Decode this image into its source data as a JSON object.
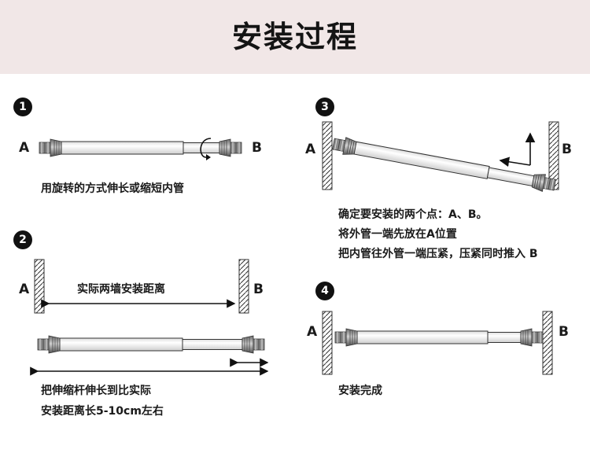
{
  "header": {
    "title": "安装过程"
  },
  "steps": [
    {
      "number": "1",
      "labels": [
        "A",
        "B"
      ],
      "caption": "用旋转的方式伸长或缩短内管"
    },
    {
      "number": "2",
      "labels": [
        "A",
        "B"
      ],
      "distance_label": "实际两墙安装距离",
      "caption_lines": [
        "把伸缩杆伸长到比实际",
        "安装距离长5-10cm左右"
      ]
    },
    {
      "number": "3",
      "labels": [
        "A",
        "B"
      ],
      "caption_lines": [
        "确定要安装的两个点：A、B。",
        "将外管一端先放在A位置",
        "把内管往外管一端压紧，压紧同时推入 B"
      ]
    },
    {
      "number": "4",
      "labels": [
        "A",
        "B"
      ],
      "caption": "安装完成"
    }
  ]
}
